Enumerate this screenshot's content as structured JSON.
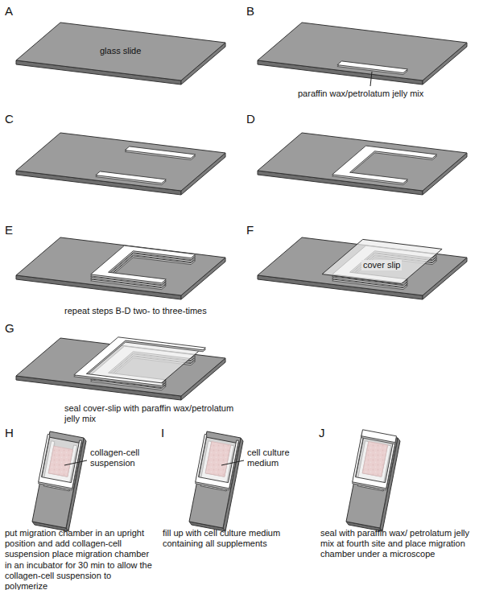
{
  "diagram": {
    "labels": [
      "A",
      "B",
      "glass slide",
      "paraffin wax/petrolatum jelly mix",
      "C",
      "D",
      "E",
      "repeat steps B-D two- to three-times",
      "F",
      "cover slip",
      "G",
      "seal cover-slip with paraffin wax/petrolatum jelly mix",
      "H",
      "collagen-cell suspension",
      "I",
      "cell culture medium",
      "J",
      "put migration chamber in an upright position and add collagen-cell suspension place migration chamber in an incubator for 30 min to allow the collagen-cell suspension to polymerize",
      "fill up with cell culture medium containing all supplements",
      "seal with paraffin wax/ petrolatum jelly mix at fourth site and place migration chamber under a microscope"
    ]
  }
}
